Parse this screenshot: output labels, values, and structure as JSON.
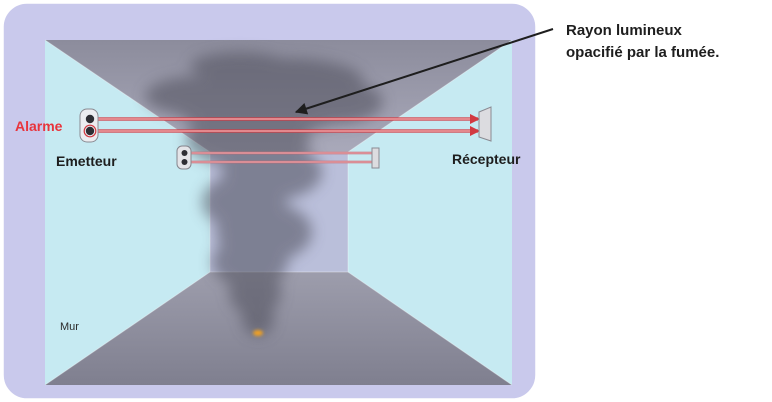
{
  "diagram": {
    "annotation": {
      "line1": "Rayon lumineux",
      "line2": "opacifié par la fumée."
    },
    "labels": {
      "alarm": "Alarme",
      "emitter": "Emetteur",
      "receiver": "Récepteur",
      "wall": "Mur"
    }
  },
  "colors": {
    "frame": "#c9c9ec",
    "wall": "#c6eaf2",
    "back_wall": "#b7b7d6",
    "ceiling_top": "#8c8c9c",
    "ceiling_bottom": "#a9a9ba",
    "floor_back": "#9d9dac",
    "floor_front": "#7f7f8f",
    "smoke": "#4e4e5a",
    "beam": "#d23a42",
    "beam_secondary": "#c9606a",
    "alarm_text": "#e8343c",
    "fire": "#f0a020",
    "pointer": "#1e1e1e"
  }
}
